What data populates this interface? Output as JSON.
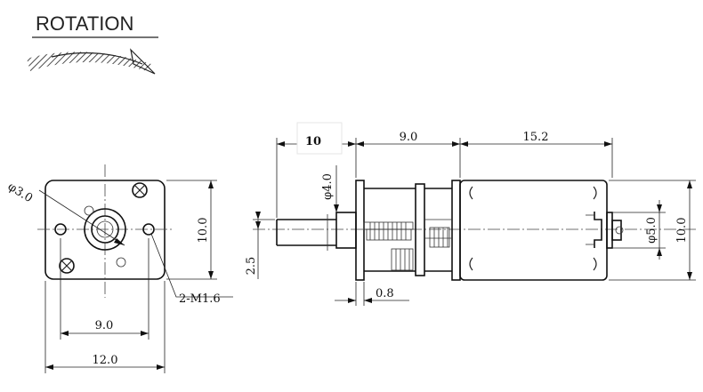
{
  "rotation": {
    "title": "ROTATION"
  },
  "front_view": {
    "dia_shaft": "φ3.0",
    "height": "10.0",
    "hole_spacing": "9.0",
    "width": "12.0",
    "holes": "2-M1.6"
  },
  "side_view": {
    "shaft_len": "10",
    "gearbox_len": "9.0",
    "motor_len": "15.2",
    "dia_bearing": "φ4.0",
    "shaft_offset": "2.5",
    "plate_thk": "0.8",
    "dia_boss": "φ5.0",
    "height": "10.0"
  }
}
